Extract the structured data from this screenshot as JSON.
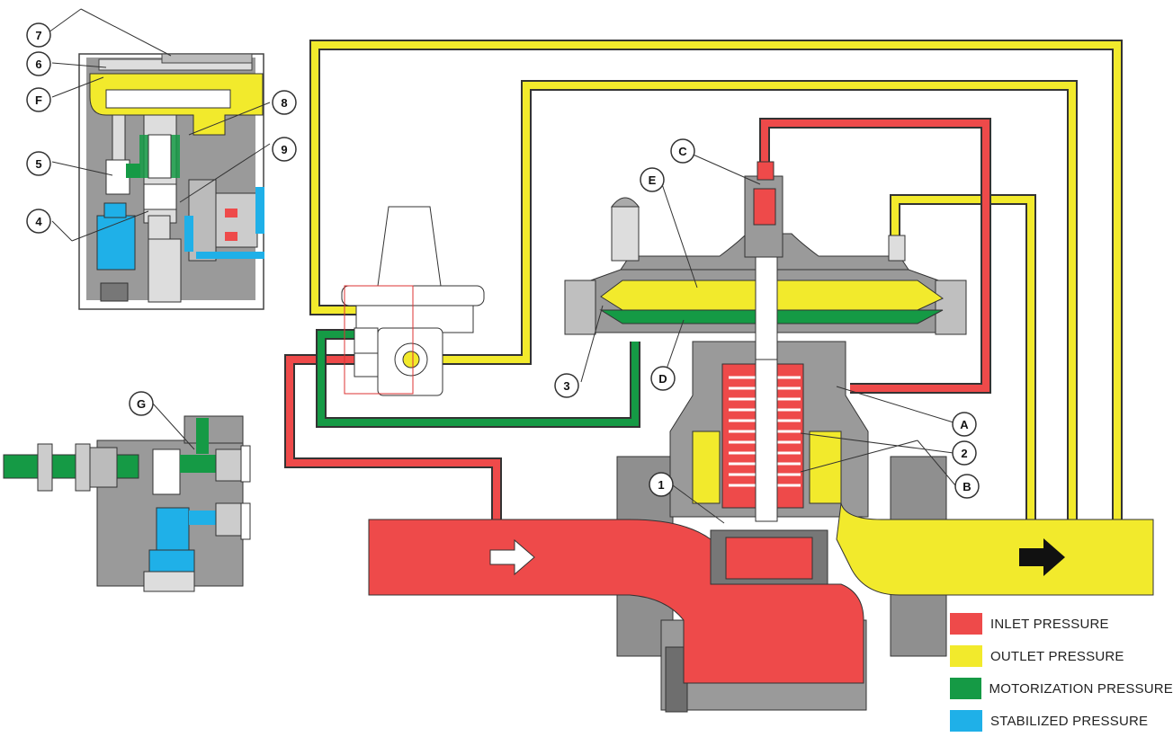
{
  "colors": {
    "inlet": "#ee4a4a",
    "outlet": "#f2ea2c",
    "motorization": "#159a45",
    "stabilized": "#1fb0e8",
    "body": "#9a9a9a",
    "body_dark": "#6e6e6e",
    "body_light": "#c8c8c8"
  },
  "legend": [
    {
      "label": "INLET PRESSURE",
      "color": "#ee4a4a"
    },
    {
      "label": "OUTLET PRESSURE",
      "color": "#f2ea2c"
    },
    {
      "label": "MOTORIZATION PRESSURE",
      "color": "#159a45"
    },
    {
      "label": "STABILIZED PRESSURE",
      "color": "#1fb0e8"
    }
  ],
  "callouts": {
    "c7": "7",
    "c6": "6",
    "cF": "F",
    "c8": "8",
    "c9": "9",
    "c5": "5",
    "c4": "4",
    "cG": "G",
    "cC": "C",
    "cE": "E",
    "c3": "3",
    "cD": "D",
    "cA": "A",
    "c2": "2",
    "cB": "B",
    "c1": "1"
  },
  "icons": [
    "inlet-flow-arrow-icon",
    "outlet-flow-arrow-icon"
  ]
}
